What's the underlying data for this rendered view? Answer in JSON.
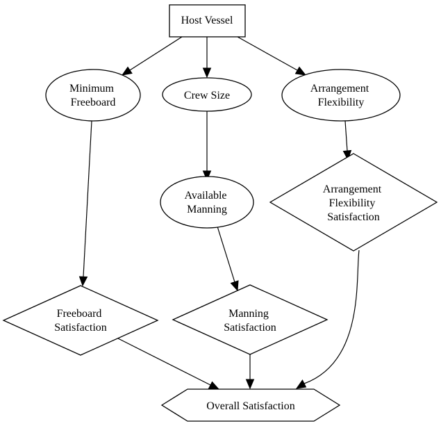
{
  "diagram": {
    "nodes": {
      "host_vessel": {
        "lines": [
          "Host Vessel"
        ],
        "shape": "rectangle"
      },
      "minimum_freeboard": {
        "lines": [
          "Minimum",
          "Freeboard"
        ],
        "shape": "ellipse"
      },
      "crew_size": {
        "lines": [
          "Crew Size"
        ],
        "shape": "ellipse"
      },
      "arrangement_flexibility": {
        "lines": [
          "Arrangement",
          "Flexibility"
        ],
        "shape": "ellipse"
      },
      "available_manning": {
        "lines": [
          "Available",
          "Manning"
        ],
        "shape": "ellipse"
      },
      "arrangement_flexibility_satisfaction": {
        "lines": [
          "Arrangement",
          "Flexibility",
          "Satisfaction"
        ],
        "shape": "diamond"
      },
      "freeboard_satisfaction": {
        "lines": [
          "Freeboard",
          "Satisfaction"
        ],
        "shape": "diamond"
      },
      "manning_satisfaction": {
        "lines": [
          "Manning",
          "Satisfaction"
        ],
        "shape": "diamond"
      },
      "overall_satisfaction": {
        "lines": [
          "Overall Satisfaction"
        ],
        "shape": "hexagon"
      }
    },
    "edges": [
      {
        "from": "host_vessel",
        "to": "minimum_freeboard"
      },
      {
        "from": "host_vessel",
        "to": "crew_size"
      },
      {
        "from": "host_vessel",
        "to": "arrangement_flexibility"
      },
      {
        "from": "minimum_freeboard",
        "to": "freeboard_satisfaction"
      },
      {
        "from": "crew_size",
        "to": "available_manning"
      },
      {
        "from": "arrangement_flexibility",
        "to": "arrangement_flexibility_satisfaction"
      },
      {
        "from": "available_manning",
        "to": "manning_satisfaction"
      },
      {
        "from": "freeboard_satisfaction",
        "to": "overall_satisfaction"
      },
      {
        "from": "manning_satisfaction",
        "to": "overall_satisfaction"
      },
      {
        "from": "arrangement_flexibility_satisfaction",
        "to": "overall_satisfaction"
      }
    ]
  }
}
